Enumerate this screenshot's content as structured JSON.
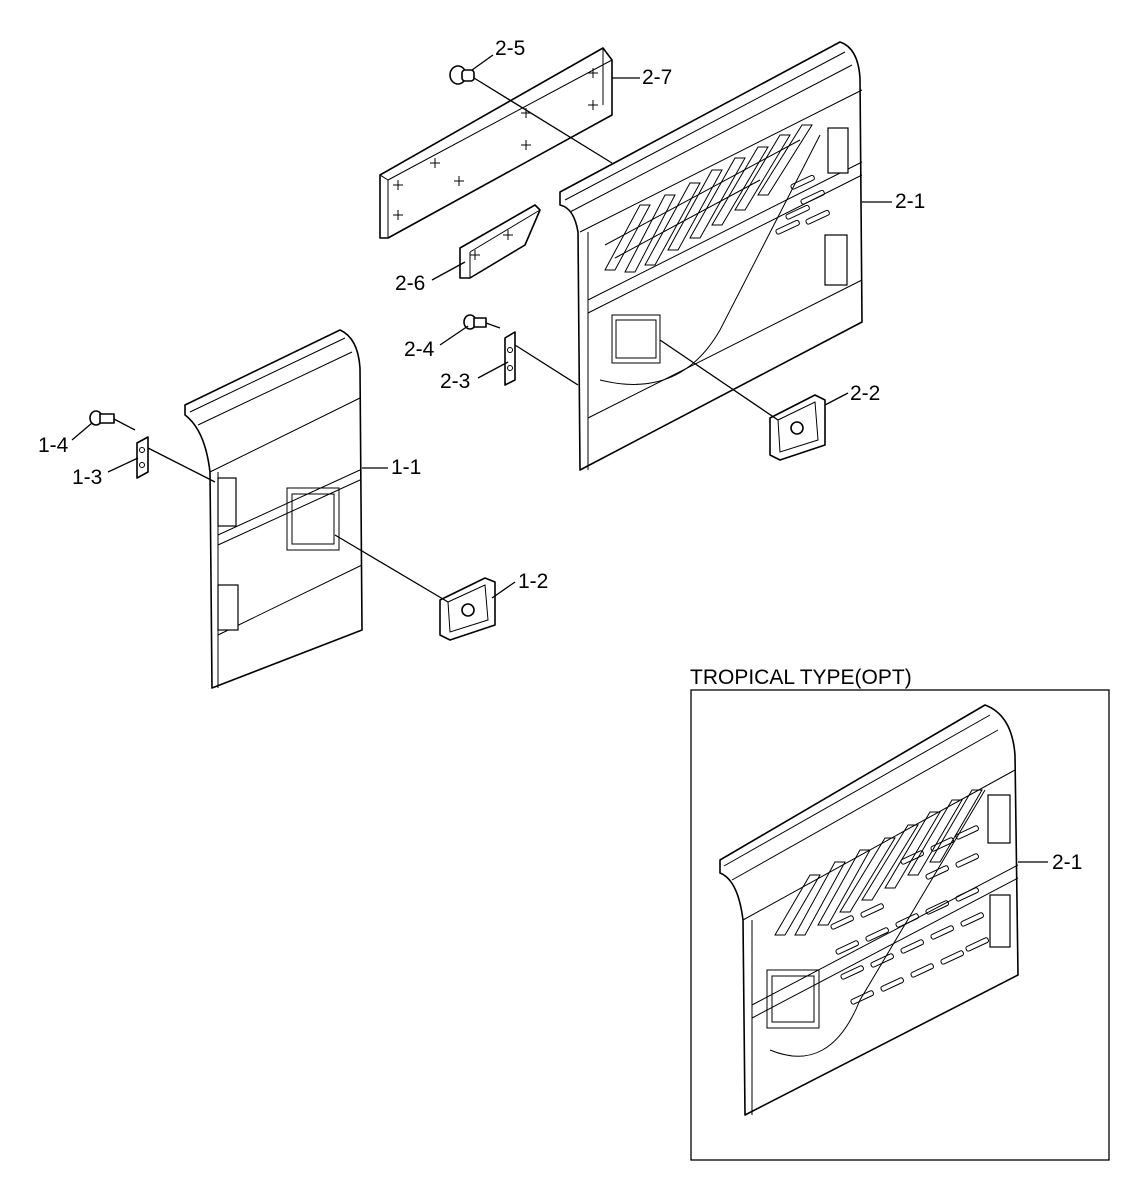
{
  "labels": {
    "l_2_5": "2-5",
    "l_2_7": "2-7",
    "l_2_1": "2-1",
    "l_2_6": "2-6",
    "l_2_4": "2-4",
    "l_2_3": "2-3",
    "l_2_2": "2-2",
    "l_1_4": "1-4",
    "l_1_3": "1-3",
    "l_1_1": "1-1",
    "l_1_2": "1-2",
    "l_2_1_opt": "2-1"
  },
  "inset": {
    "title": "TROPICAL TYPE(OPT)"
  }
}
